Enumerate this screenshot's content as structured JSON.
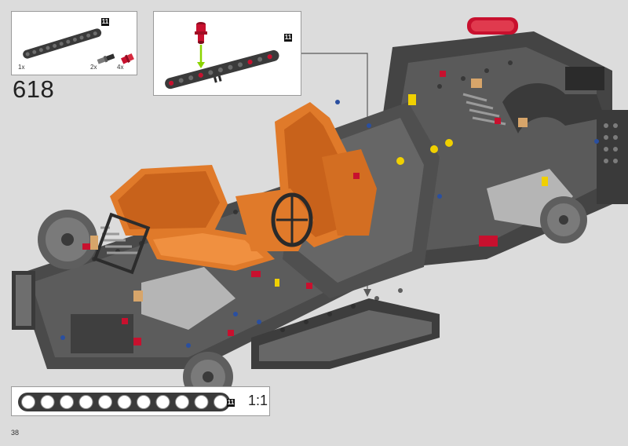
{
  "page": {
    "number": "38",
    "background": "#dcdcdc"
  },
  "step": {
    "number": "618"
  },
  "parts_list": {
    "badge": "11",
    "items": [
      {
        "part": "liftarm-beam-11",
        "qty": "1x"
      },
      {
        "part": "connector-pin-3l-grey",
        "qty": "2x"
      },
      {
        "part": "connector-pin-red",
        "qty": "4x"
      }
    ]
  },
  "sub_assembly": {
    "badge": "11"
  },
  "ruler": {
    "badge": "11",
    "scale": "1:1",
    "holes": 11
  },
  "colors": {
    "frame_dark": "#3c3c3c",
    "frame_grey": "#8a8a8a",
    "seat_orange": "#e07a2a",
    "accent_red": "#c8102e",
    "accent_yellow": "#f0d000",
    "arrow": "#5a5a5a"
  },
  "icons": [
    "axle-arrow-icon",
    "callout-arrow-icon"
  ]
}
